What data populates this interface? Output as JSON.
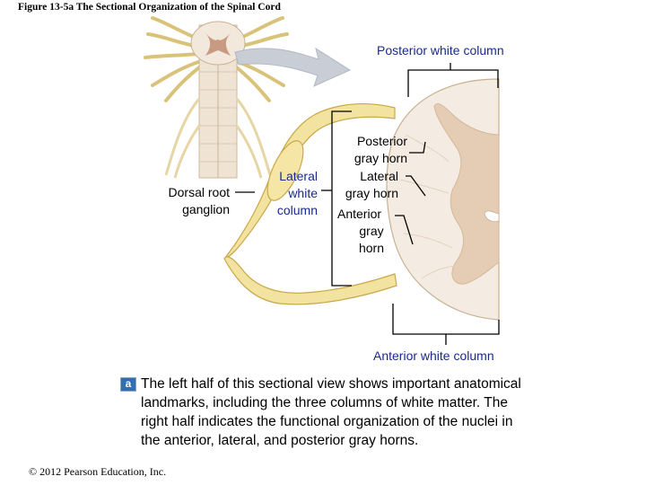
{
  "figure": {
    "title": "Figure 13-5a The Sectional Organization of the Spinal Cord"
  },
  "labels": {
    "posterior_white_column": "Posterior white column",
    "dorsal_root_ganglion": [
      "Dorsal root",
      "ganglion"
    ],
    "lateral_white_column": [
      "Lateral",
      "white",
      "column"
    ],
    "posterior_gray_horn": [
      "Posterior",
      "gray horn"
    ],
    "lateral_gray_horn": [
      "Lateral",
      "gray horn"
    ],
    "anterior_gray_horn": [
      "Anterior",
      "gray",
      "horn"
    ],
    "anterior_white_column": "Anterior white column"
  },
  "caption": {
    "badge": "a",
    "text": "The left half of this sectional view shows important anatomical landmarks, including the three columns of white matter. The right half indicates the functional organization of the nuclei in the anterior, lateral, and posterior gray horns."
  },
  "copyright": "© 2012 Pearson Education, Inc.",
  "colors": {
    "nerve_yellow": "#f3e3a0",
    "nerve_outline": "#c9a84a",
    "white_matter": "#f4ece2",
    "gray_matter": "#e4cdb4",
    "label_blue": "#1a2a8c",
    "arrow_gray": "#c8cdd6"
  }
}
